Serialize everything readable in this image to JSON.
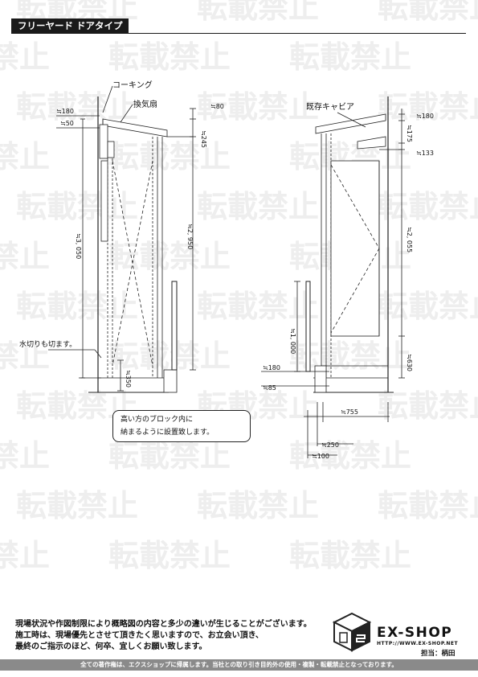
{
  "header": {
    "title": "フリーヤード ドアタイプ"
  },
  "watermark": {
    "text": "転載禁止"
  },
  "left_view": {
    "labels": {
      "caulking": "コーキング",
      "vent": "換気扇",
      "water_cut": "水切りも切ます。"
    },
    "dims": {
      "d180": "≒180",
      "d50": "≒50",
      "d80": "≒80",
      "d245": "≒245",
      "d3050": "≒3, 050",
      "d2950": "≒2, 950",
      "d350": "≒350"
    }
  },
  "right_view": {
    "labels": {
      "canopy": "既存キャビア"
    },
    "dims": {
      "d180": "≒180",
      "d175": "≒175",
      "d133": "≒133",
      "d2055": "≒2, 055",
      "d1000": "≒1, 000",
      "d630": "≒630",
      "d180b": "≒180",
      "d85": "≒85",
      "d755": "≒755",
      "d250": "≒250",
      "d100": "≒100"
    }
  },
  "note": {
    "line1": "高い方のブロック内に",
    "line2": "納まるように設置致します。"
  },
  "footer": {
    "line1": "現場状況や作図制限により概略図の内容と多少の違いが生じることがございます。",
    "line2": "施工時は、現場優先とさせて頂きたく思いますので、お立会い頂き、",
    "line3": "最終のご指示のほど、何卒、宜しくお願い致します。",
    "logo_text": "EX-SHOP",
    "logo_url": "HTTP://WWW.EX-SHOP.NET",
    "person": "担当：柄田",
    "copyright": "全ての著作権は、エクスショップに帰属します。当社との取り引き目的外の使用・複製・転載禁止となっております。"
  }
}
